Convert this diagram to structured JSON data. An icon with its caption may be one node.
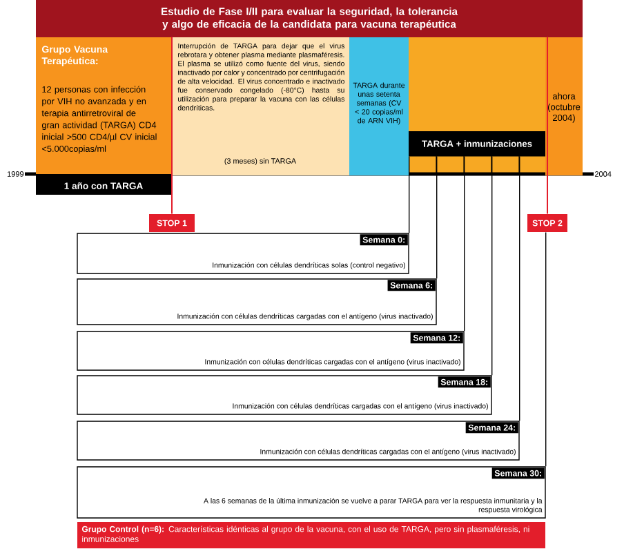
{
  "diagram": {
    "title": "Estudio de Fase I/II para evaluar la seguridad, la tolerancia y algo de eficacia de la candidata para vacuna terapéutica",
    "nodes": [
      {
        "text": [
          "Grupo Vacuna Terapéutica:",
          "12 personas con infección por VIH no avanzada y en terapia antirretroviral de gran actividad (TARGA) CD4 inicial >500 CD4/µl CV inicial <5.000copias/ml"
        ]
      },
      {
        "text": [
          "Interrupción de TARGA para dejar que el virus rebrotara y obtener plasma mediante plasmaféresis. El plasma se utilizó como fuente del virus, siendo inactivado por calor y concentrado por centrifugación de alta velocidad. El virus concentrado e inactivado fue conservado congelado (-80°C) hasta su utilización para preparar la vacuna con las células dendríticas.",
          "(3 meses) sin TARGA"
        ]
      },
      {
        "text": [
          "TARGA durante unas setenta semanas (CV < 20 copias/ml de ARN VIH)"
        ]
      },
      {
        "text": [
          "TARGA + inmunizaciones"
        ]
      },
      {
        "text": [
          "ahora (octubre 2004)"
        ]
      },
      {
        "text": [
          "1 año con TARGA"
        ]
      },
      {
        "text": [
          "STOP 1"
        ]
      },
      {
        "text": [
          "STOP 2"
        ]
      },
      {
        "text": [
          "Semana 0:",
          "Inmunización con células dendríticas solas (control negativo)"
        ]
      },
      {
        "text": [
          "Semana 6:",
          "Inmunización con células dendríticas cargadas con el antígeno (virus inactivado)"
        ]
      },
      {
        "text": [
          "Semana 12:",
          "Inmunización con células dendríticas cargadas con el antígeno (virus inactivado)"
        ]
      },
      {
        "text": [
          "Semana 18:",
          "Inmunización con células dendríticas cargadas con el antígeno (virus inactivado)"
        ]
      },
      {
        "text": [
          "Semana 24:",
          "Inmunización con células dendríticas cargadas con el antígeno (virus inactivado)"
        ]
      },
      {
        "text": [
          "Semana 30:",
          "A las 6 semanas de la última inmunización se vuelve a parar TARGA para ver la respuesta inmunitaria y la respuesta virológica"
        ]
      },
      {
        "text": [
          "**Grupo Control (n=6):** Características idénticas al grupo de la vacuna, con el uso de TARGA, pero sin plasmaféresis, ni inmunizaciones"
        ]
      }
    ],
    "edges": [
      {
        "from": 0,
        "to": 6,
        "arrow": "none",
        "color": "#e31e2b"
      },
      {
        "from": 4,
        "to": 7,
        "arrow": "none",
        "color": "#e31e2b"
      },
      {
        "from": 3,
        "to": 8,
        "arrow": "none"
      },
      {
        "from": 3,
        "to": 9,
        "arrow": "none"
      },
      {
        "from": 3,
        "to": 10,
        "arrow": "none"
      },
      {
        "from": 3,
        "to": 11,
        "arrow": "none"
      },
      {
        "from": 3,
        "to": 12,
        "arrow": "none"
      },
      {
        "from": 7,
        "to": 13,
        "arrow": "none"
      }
    ],
    "labels": [
      "1999",
      "2004"
    ]
  }
}
